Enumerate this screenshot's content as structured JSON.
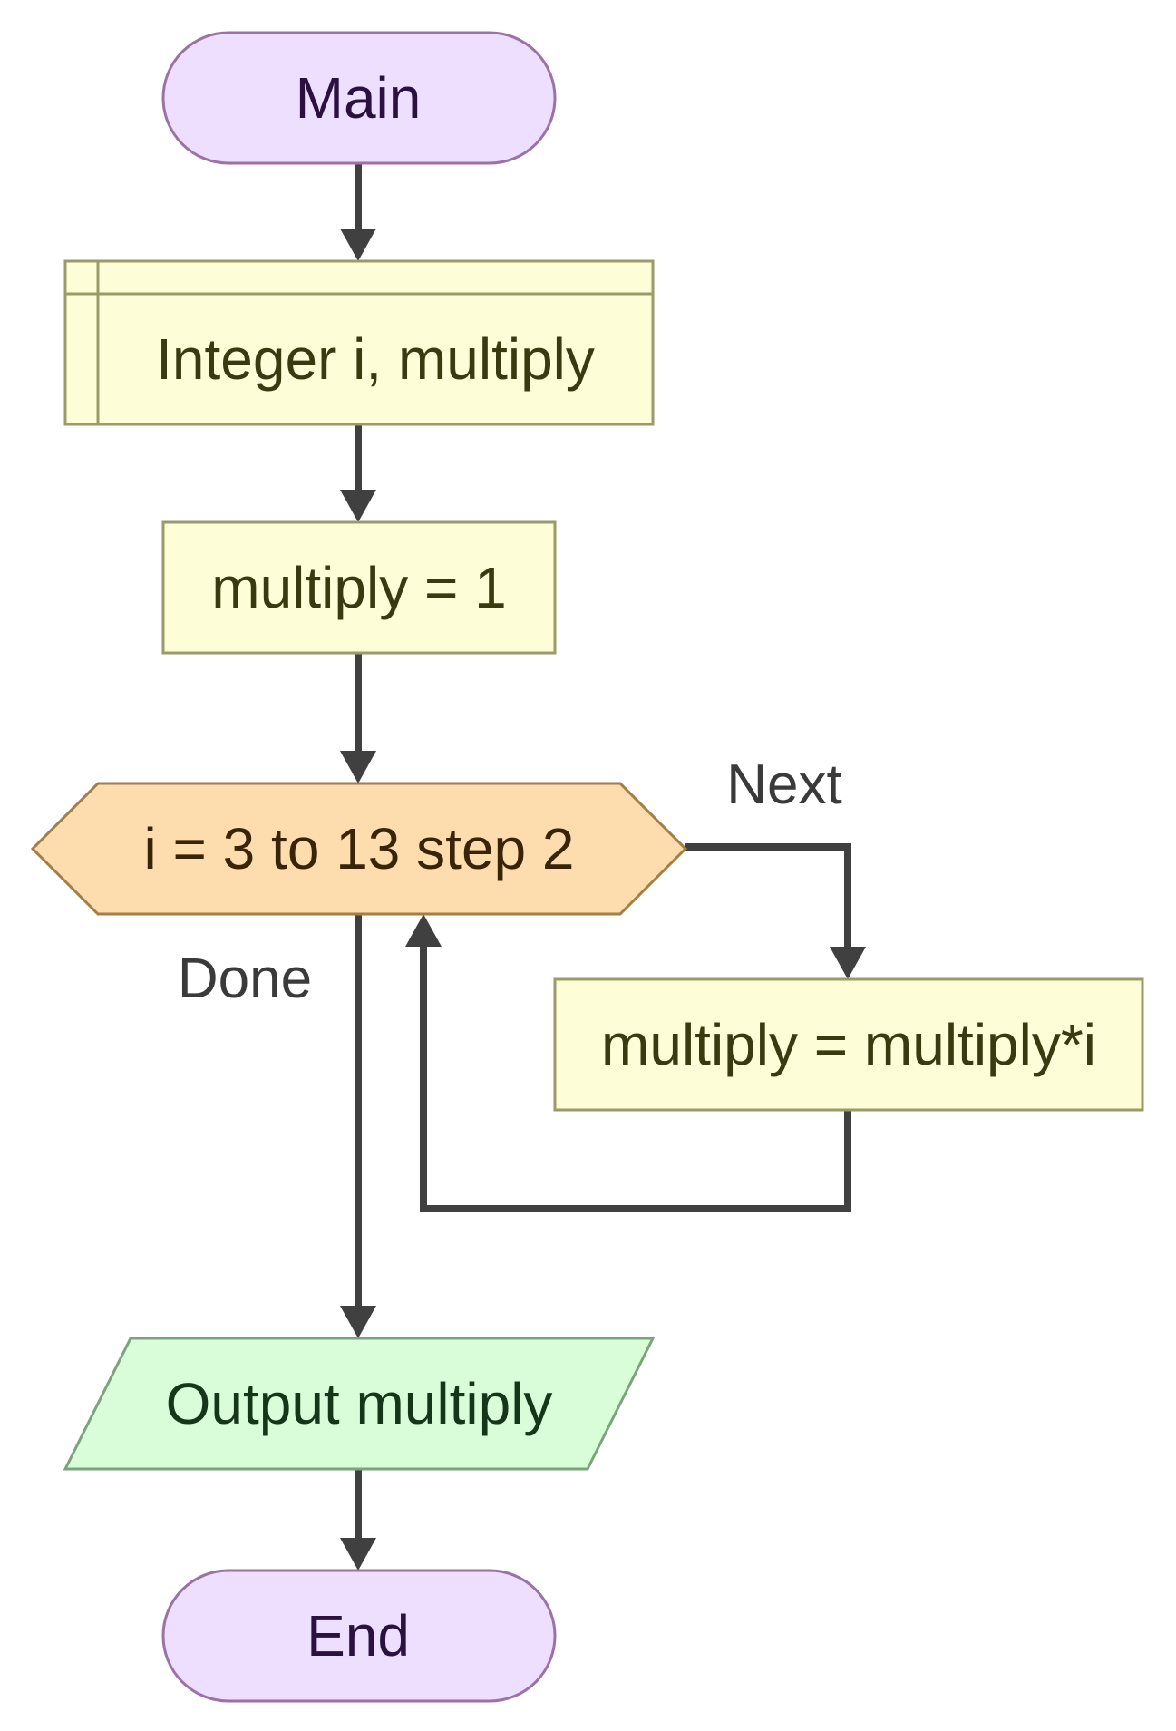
{
  "flowchart": {
    "nodes": {
      "start": {
        "label": "Main",
        "shape": "terminal"
      },
      "declare": {
        "label": "Integer i, multiply",
        "shape": "declaration"
      },
      "assign_init": {
        "label": "multiply = 1",
        "shape": "process"
      },
      "loop": {
        "label": "i = 3 to 13 step 2",
        "shape": "for-loop"
      },
      "assign_loop": {
        "label": "multiply = multiply*i",
        "shape": "process"
      },
      "output": {
        "label": "Output multiply",
        "shape": "output"
      },
      "end": {
        "label": "End",
        "shape": "terminal"
      }
    },
    "edge_labels": {
      "next": "Next",
      "done": "Done"
    }
  },
  "colors": {
    "terminal_fill": "#eedeff",
    "terminal_stroke": "#9a72a8",
    "terminal_text": "#2a1140",
    "process_fill": "#fdfdd8",
    "process_stroke": "#9a9a6a",
    "process_text": "#3a3a10",
    "loop_fill": "#fddcae",
    "loop_stroke": "#a57d48",
    "loop_text": "#3a2408",
    "output_fill": "#d8fdd8",
    "output_stroke": "#7aa57a",
    "output_text": "#16361a",
    "edge": "#404040"
  }
}
